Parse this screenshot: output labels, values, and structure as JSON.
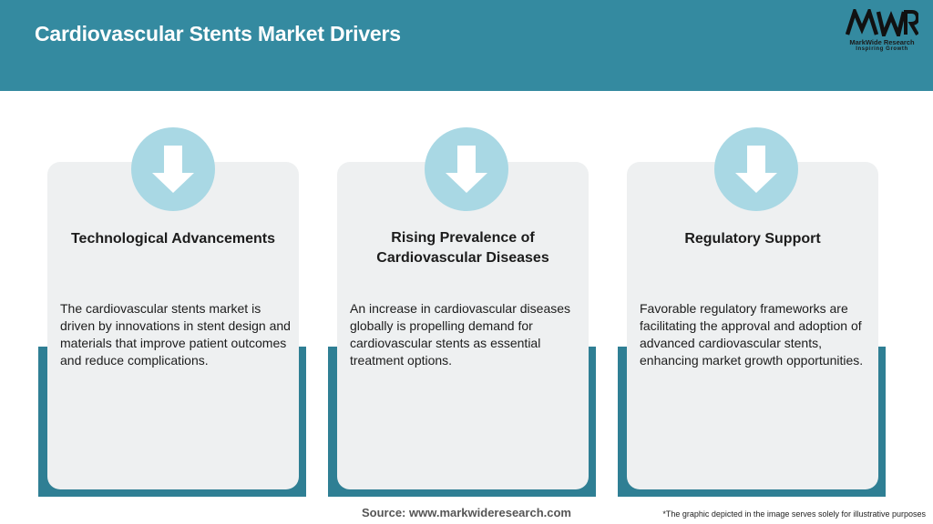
{
  "header": {
    "title": "Cardiovascular Stents Market Drivers",
    "logo": {
      "mark": "MWR",
      "name": "MarkWide Research",
      "tagline": "Inspiring Growth"
    }
  },
  "cards": [
    {
      "title": "Technological Advancements",
      "body": "The cardiovascular stents market is driven by innovations in stent design and materials that improve patient outcomes and reduce complications.",
      "icon": "down-arrow-icon"
    },
    {
      "title": "Rising Prevalence of Cardiovascular Diseases",
      "body": "An increase in cardiovascular diseases globally is propelling demand for cardiovascular stents as essential treatment options.",
      "icon": "down-arrow-icon"
    },
    {
      "title": "Regulatory Support",
      "body": "Favorable regulatory frameworks are facilitating the approval and adoption of advanced cardiovascular stents, enhancing market growth opportunities.",
      "icon": "down-arrow-icon"
    }
  ],
  "footer": {
    "source": "Source: www.markwideresearch.com",
    "disclaimer": "*The graphic depicted in the image serves solely for illustrative purposes"
  },
  "colors": {
    "header": "#348aa0",
    "card_shadow": "#2f7f94",
    "card_bg": "#eef0f1",
    "icon_circle": "#a9d8e4"
  }
}
